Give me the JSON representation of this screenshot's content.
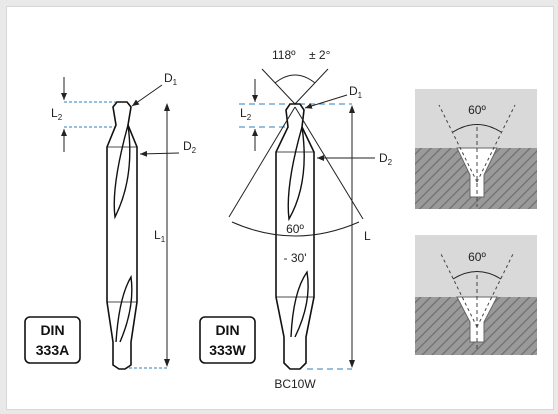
{
  "left_tool": {
    "box_line1": "DIN",
    "box_line2": "333A",
    "label_D": "D",
    "label_D_sub1": "1",
    "label_D2_main": "D",
    "label_D_sub2": "2",
    "label_L2_main": "L",
    "label_L_sub2": "2",
    "label_L1_main": "L",
    "label_L_sub1": "1"
  },
  "right_tool": {
    "box_line1": "DIN",
    "box_line2": "333W",
    "angle_top": "118º",
    "angle_top_tol": "± 2°",
    "angle_mid": "60º",
    "angle_mid_tol": "- 30'",
    "label_D": "D",
    "label_D_sub1": "1",
    "label_D2_main": "D",
    "label_D_sub2": "2",
    "label_L2_main": "L",
    "label_L_sub2": "2",
    "label_L": "L",
    "model": "BC10W"
  },
  "sections": {
    "top_angle": "60º",
    "bottom_angle": "60º"
  },
  "colors": {
    "guide_blue": "#2f7fc1",
    "hatch_gray": "#8c8c8c",
    "panel_gray": "#d9d9d9"
  }
}
